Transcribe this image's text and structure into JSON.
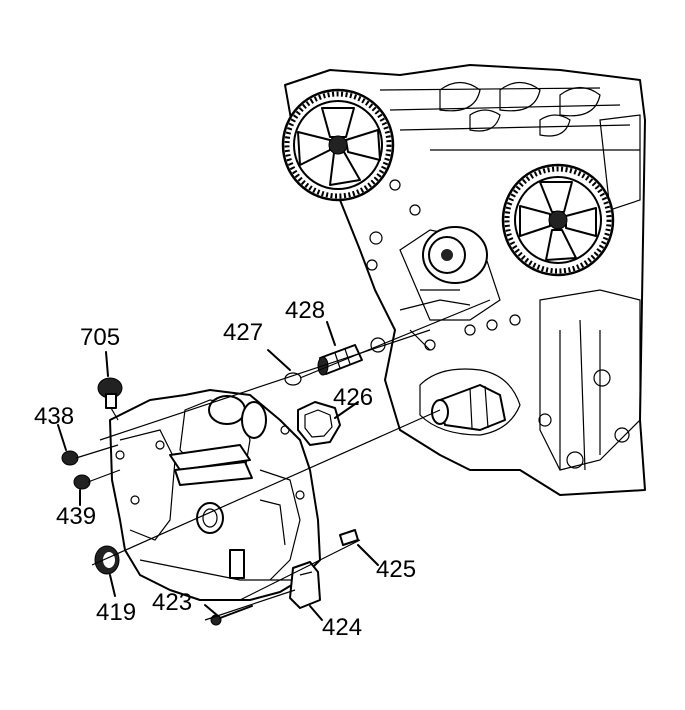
{
  "callouts": {
    "c705": "705",
    "c438": "438",
    "c439": "439",
    "c419": "419",
    "c427": "427",
    "c428": "428",
    "c426": "426",
    "c425": "425",
    "c423": "423",
    "c424": "424"
  },
  "colors": {
    "line": "#000000",
    "background": "#ffffff"
  }
}
